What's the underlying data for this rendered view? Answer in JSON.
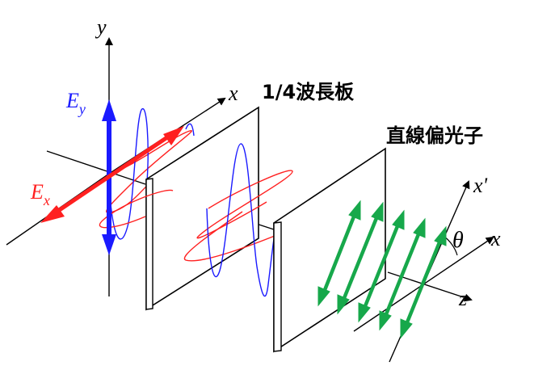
{
  "labels": {
    "y_axis": "y",
    "x_axis_1": "x",
    "x_axis_2": "x",
    "x_prime": "x'",
    "z_axis": "z",
    "theta": "θ",
    "ey_main": "E",
    "ey_sub": "y",
    "ex_main": "E",
    "ex_sub": "x",
    "quarter_wave_plate": "1/4波長板",
    "linear_polarizer": "直線偏光子"
  },
  "colors": {
    "ey": "#1a1aff",
    "ex": "#ff2020",
    "polarizer_arrows": "#17a84b",
    "axes": "#000000"
  }
}
